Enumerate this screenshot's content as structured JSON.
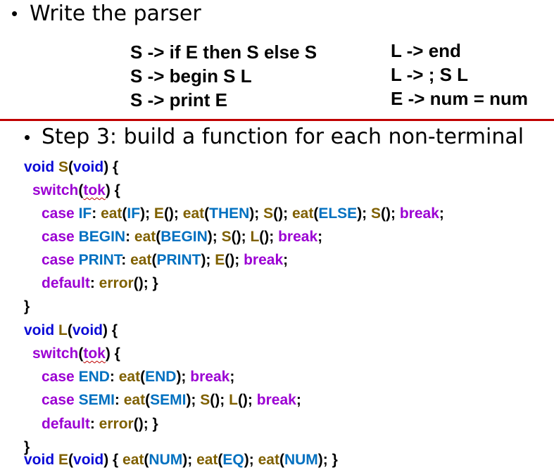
{
  "top": {
    "bullet": "•",
    "heading": "Write the parser",
    "grammar_left": [
      "S -> if E then S else S",
      "S -> begin S L",
      "S -> print E"
    ],
    "grammar_right": [
      "L -> end",
      "L -> ; S L",
      "E -> num = num"
    ]
  },
  "divider_color": "#c00000",
  "step": {
    "bullet": "•",
    "heading": "Step 3: build a function for each non-terminal"
  },
  "colors": {
    "keyword": "#0b0bd6",
    "control": "#9b00d3",
    "function": "#7f6000",
    "constant": "#0070c0"
  },
  "code": {
    "l1": [
      "void",
      "S",
      "(",
      "void",
      ") {"
    ],
    "l2": [
      "switch",
      "(",
      "tok",
      ") {"
    ],
    "l3": [
      "case",
      "IF",
      ": ",
      "eat",
      "(",
      "IF",
      "); ",
      "E",
      "(); ",
      "eat",
      "(",
      "THEN",
      "); ",
      "S",
      "(); ",
      "eat",
      "(",
      "ELSE",
      "); ",
      "S",
      "(); ",
      "break",
      ";"
    ],
    "l4": [
      "case",
      "BEGIN",
      ": ",
      "eat",
      "(",
      "BEGIN",
      "); ",
      "S",
      "(); ",
      "L",
      "(); ",
      "break",
      ";"
    ],
    "l5": [
      "case",
      "PRINT",
      ": ",
      "eat",
      "(",
      "PRINT",
      "); ",
      "E",
      "(); ",
      "break",
      ";"
    ],
    "l6": [
      "default",
      ": ",
      "error",
      "(); }"
    ],
    "l7": [
      "}"
    ],
    "l8": [
      "void",
      "L",
      "(",
      "void",
      ") {"
    ],
    "l9": [
      "switch",
      "(",
      "tok",
      ") {"
    ],
    "l10": [
      "case",
      "END",
      ": ",
      "eat",
      "(",
      "END",
      "); ",
      "break",
      ";"
    ],
    "l11": [
      "case",
      "SEMI",
      ": ",
      "eat",
      "(",
      "SEMI",
      "); ",
      "S",
      "(); ",
      "L",
      "(); ",
      "break",
      ";"
    ],
    "l12": [
      "default",
      ": ",
      "error",
      "(); }"
    ],
    "l13": [
      "}"
    ],
    "l14": [
      "void",
      "E",
      "(",
      "void",
      ") { ",
      "eat",
      "(",
      "NUM",
      "); ",
      "eat",
      "(",
      "EQ",
      "); ",
      "eat",
      "(",
      "NUM",
      "); }"
    ]
  }
}
